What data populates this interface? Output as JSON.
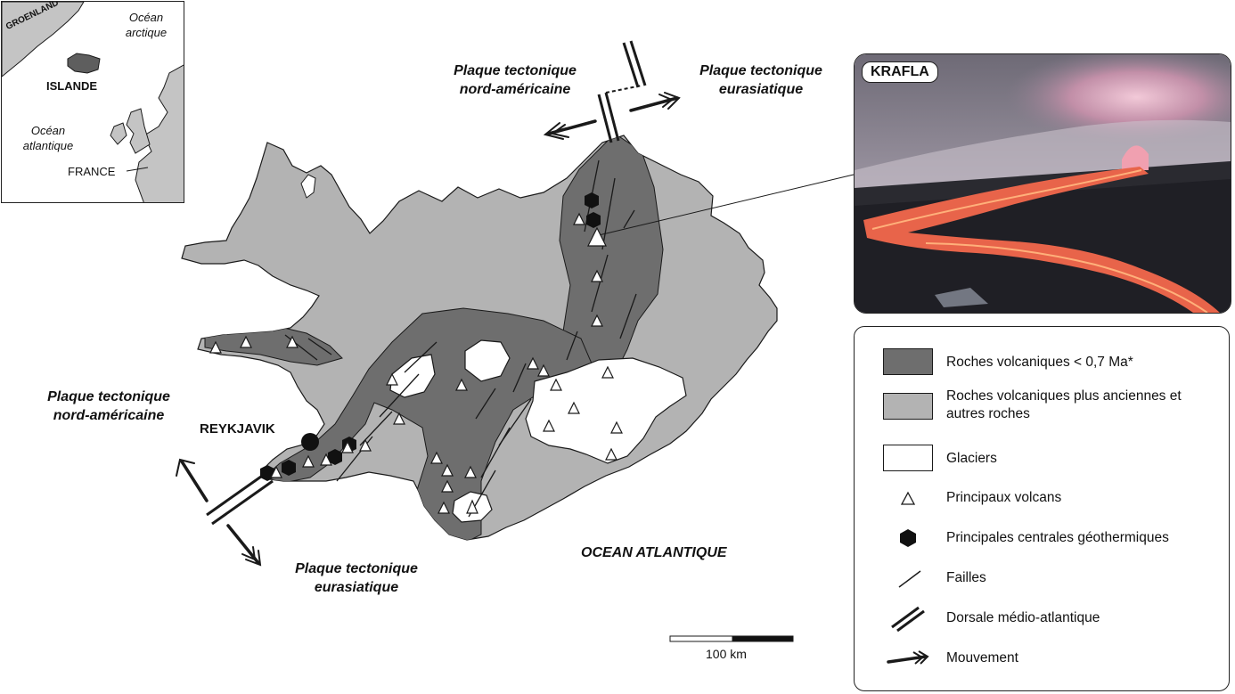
{
  "inset": {
    "greenland": "GROENLAND",
    "arctic": "Océan arctique",
    "iceland": "ISLANDE",
    "atlantic": "Océan atlantique",
    "france": "FRANCE"
  },
  "map_labels": {
    "plate_na_top": "Plaque tectonique nord-américaine",
    "plate_eu_top": "Plaque tectonique eurasiatique",
    "plate_na_left": "Plaque tectonique nord-américaine",
    "plate_eu_bottom": "Plaque tectonique eurasiatique",
    "reykjavik": "REYKJAVIK",
    "ocean": "OCEAN ATLANTIQUE",
    "scale": "100 km"
  },
  "photo": {
    "label": "KRAFLA"
  },
  "legend": [
    {
      "symbol": "dark-rock",
      "text": "Roches volcaniques < 0,7 Ma*"
    },
    {
      "symbol": "light-rock",
      "text": "Roches volcaniques plus anciennes et autres roches"
    },
    {
      "symbol": "glacier",
      "text": "Glaciers"
    },
    {
      "symbol": "volcano",
      "text": "Principaux volcans"
    },
    {
      "symbol": "geothermal",
      "text": "Principales centrales géothermiques"
    },
    {
      "symbol": "fault",
      "text": "Failles"
    },
    {
      "symbol": "ridge",
      "text": "Dorsale médio-atlantique"
    },
    {
      "symbol": "movement",
      "text": "Mouvement"
    }
  ],
  "colors": {
    "young_rock": "#6e6e6e",
    "old_rock": "#b3b3b3",
    "glacier": "#ffffff",
    "outline": "#1a1a1a",
    "lava": "#e8644a",
    "sky": "#7d7782"
  }
}
